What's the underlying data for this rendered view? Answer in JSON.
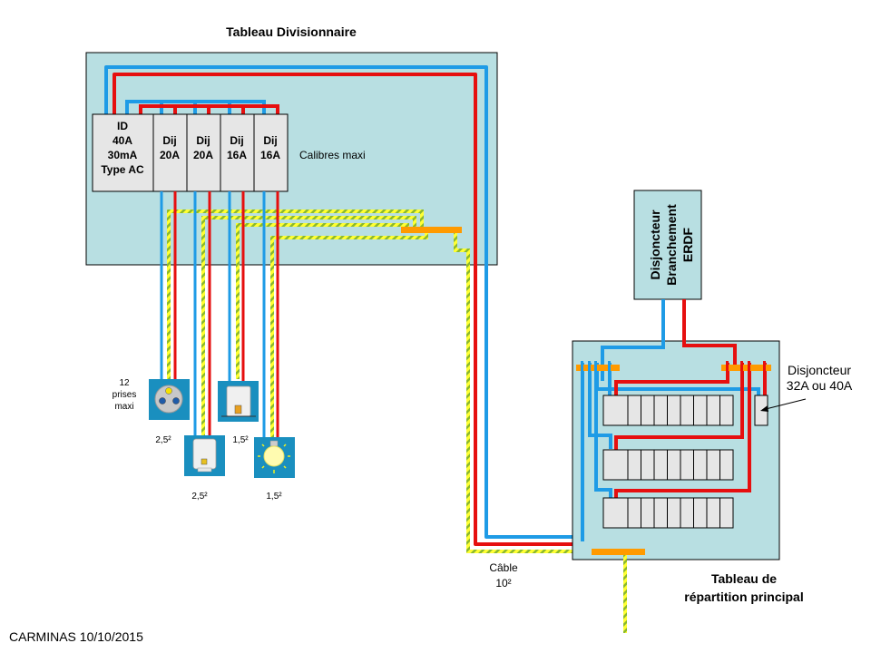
{
  "colors": {
    "panel_bg": "#b8dfe2",
    "breaker_bg": "#e6e6e6",
    "neutral": "#1e9be6",
    "phase": "#e60f0f",
    "earth_yellow": "#ffff33",
    "earth_green": "#8ab82e",
    "bus_bar": "#ff9a00",
    "device_bg": "#1a8fbf"
  },
  "divisional_panel": {
    "title": "Tableau Divisionnaire",
    "id_breaker": [
      "ID",
      "40A",
      "30mA",
      "Type AC"
    ],
    "breakers": [
      {
        "lines": [
          "Dij",
          "20A"
        ]
      },
      {
        "lines": [
          "Dij",
          "20A"
        ]
      },
      {
        "lines": [
          "Dij",
          "16A"
        ]
      },
      {
        "lines": [
          "Dij",
          "16A"
        ]
      }
    ],
    "calibres_note": "Calibres maxi"
  },
  "devices": [
    {
      "type": "socket-outlet",
      "note": [
        "12",
        "prises",
        "maxi"
      ],
      "section": "2,5²"
    },
    {
      "type": "water-heater",
      "section": "2,5²"
    },
    {
      "type": "cooker",
      "section": "1,5²"
    },
    {
      "type": "light-bulb",
      "section": "1,5²"
    }
  ],
  "erdf_breaker": {
    "lines": [
      "Disjoncteur",
      "Branchement",
      "ERDF"
    ]
  },
  "main_panel": {
    "title": [
      "Tableau de",
      "répartition principal"
    ],
    "rows": 3,
    "modules_per_row": 9,
    "feed_breaker_label": [
      "Disjoncteur",
      "32A ou 40A"
    ]
  },
  "cable_label": [
    "Câble",
    "10²"
  ],
  "footer": "CARMINAS 10/10/2015"
}
